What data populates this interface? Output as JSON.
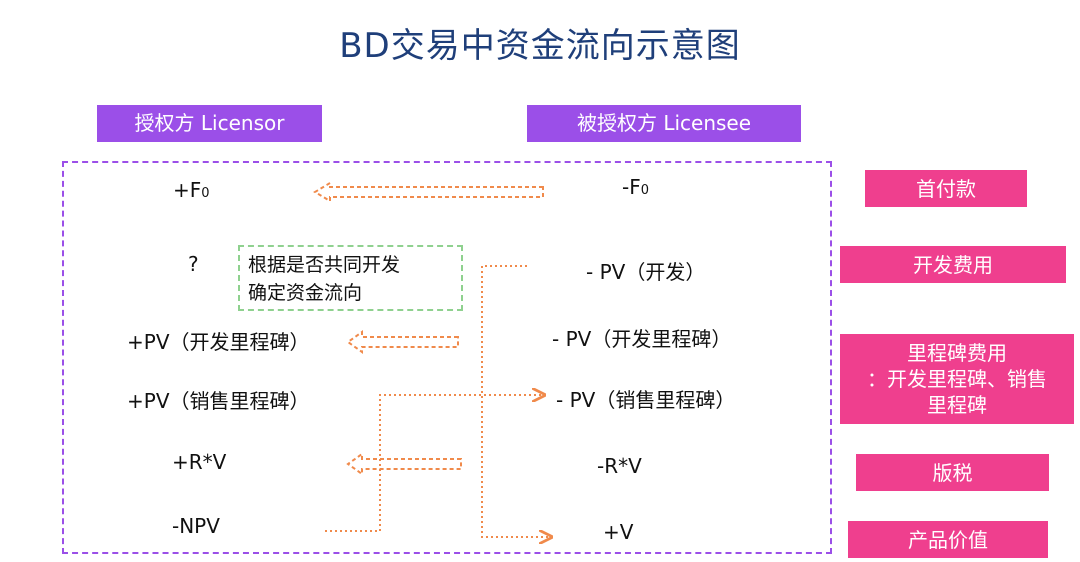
{
  "title": "BD交易中资金流向示意图",
  "licensor_label": "授权方 Licensor",
  "licensee_label": "被授权方 Licensee",
  "licensor_values": {
    "upfront": "+F",
    "upfront_sub": "0",
    "dev": "?",
    "dev_milestone": "+PV（开发里程碑）",
    "sales_milestone": "+PV（销售里程碑）",
    "royalty": "+R*V",
    "npv": "-NPV"
  },
  "licensee_values": {
    "upfront": "-F",
    "upfront_sub": "0",
    "dev": "- PV（开发）",
    "dev_milestone": "- PV（开发里程碑）",
    "sales_milestone": "- PV（销售里程碑）",
    "royalty": "-R*V",
    "value": "+V"
  },
  "note": {
    "line1": "根据是否共同开发",
    "line2": "确定资金流向"
  },
  "categories": {
    "upfront": "首付款",
    "dev_cost": "开发费用",
    "milestone_l1": "里程碑费用",
    "milestone_l2": "：开发里程碑、销售",
    "milestone_l3": "里程碑",
    "royalty": "版税",
    "product_value": "产品价值"
  },
  "colors": {
    "title": "#1f3f7a",
    "party_bg": "#9b4fe8",
    "category_bg": "#ef3f8e",
    "arrow": "#f08a4b",
    "note_border": "#8fd18f"
  }
}
